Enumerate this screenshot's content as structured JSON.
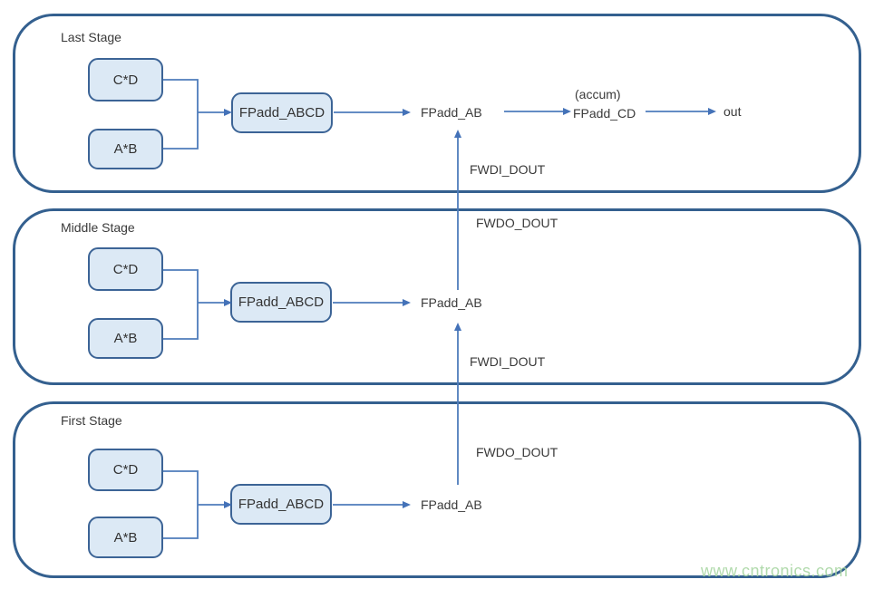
{
  "colors": {
    "stage_border": "#34608F",
    "box_fill": "#DCE9F5",
    "box_border": "#3C6496",
    "connector": "#4E7CBB",
    "arrowhead": "#4472B8",
    "text": "#3A3A3A",
    "watermark": "#A9D6A4"
  },
  "stages": [
    {
      "id": "last",
      "label": "Last Stage",
      "mult_top": "C*D",
      "mult_bottom": "A*B",
      "adder_abcd": "FPadd_ABCD",
      "adder_ab": "FPadd_AB",
      "accum_note": "(accum)",
      "adder_cd": "FPadd_CD",
      "output": "out",
      "fwdi_label": "FWDI_DOUT"
    },
    {
      "id": "middle",
      "label": "Middle Stage",
      "mult_top": "C*D",
      "mult_bottom": "A*B",
      "adder_abcd": "FPadd_ABCD",
      "adder_ab": "FPadd_AB",
      "fwdo_label": "FWDO_DOUT",
      "fwdi_label": "FWDI_DOUT"
    },
    {
      "id": "first",
      "label": "First Stage",
      "mult_top": "C*D",
      "mult_bottom": "A*B",
      "adder_abcd": "FPadd_ABCD",
      "adder_ab": "FPadd_AB",
      "fwdo_label": "FWDO_DOUT"
    }
  ],
  "watermark": {
    "text": "www.cntronics.com"
  }
}
